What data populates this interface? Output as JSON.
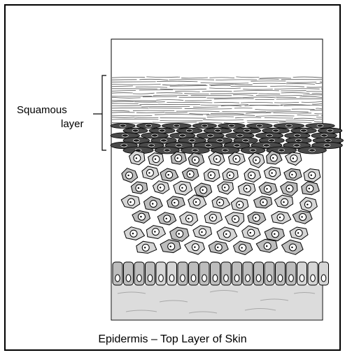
{
  "labels": {
    "squamous_line1": "Squamous",
    "squamous_line2": "layer"
  },
  "caption": "Epidermis – Top Layer of Skin",
  "colors": {
    "stratum_dark": "#4a4a4a",
    "cell_light": "#d6d6d6",
    "cell_mid": "#bdbdbd",
    "dermis": "#dcdcdc",
    "outline": "#000000"
  }
}
